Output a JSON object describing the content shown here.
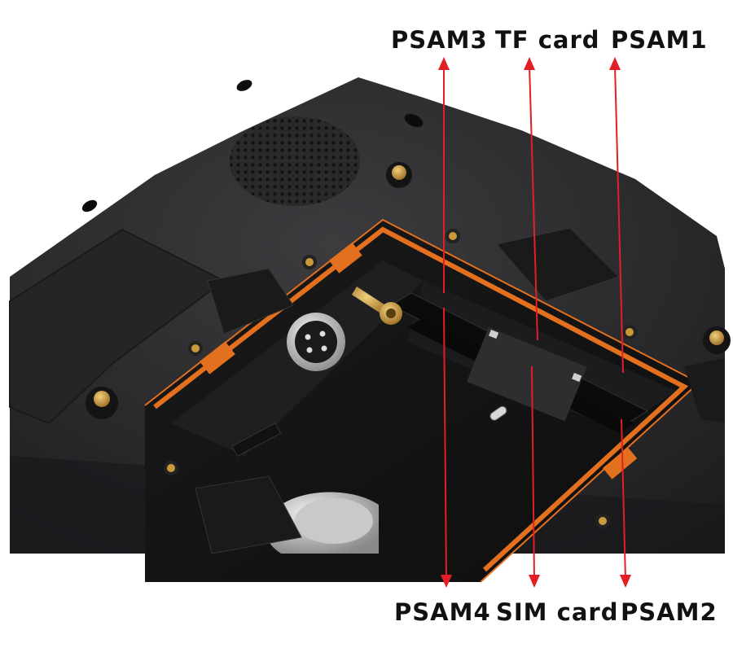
{
  "labels": {
    "top": [
      "PSAM3",
      "TF card",
      "PSAM1"
    ],
    "bottom": [
      "PSAM4",
      "SIM card",
      "PSAM2"
    ]
  },
  "colors": {
    "background": "#ffffff",
    "device_body": "#2b2b2d",
    "gasket": "#e3701e",
    "arrow": "#e41e26",
    "brass": "#c89a3c"
  }
}
